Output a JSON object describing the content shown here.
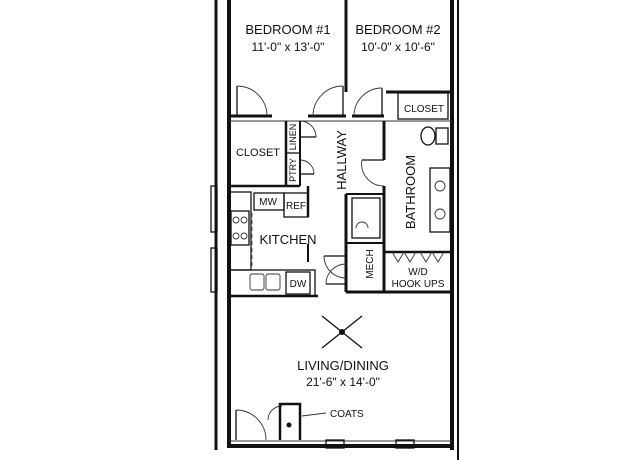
{
  "rooms": {
    "bedroom1": {
      "name": "BEDROOM #1",
      "size": "11'-0\" x 13'-0\""
    },
    "bedroom2": {
      "name": "BEDROOM #2",
      "size": "10'-0\" x 10'-6\""
    },
    "closet_bedroom": "CLOSET",
    "closet_hall": "CLOSET",
    "linen": "LINEN",
    "pantry": "PTRY",
    "hallway": "HALLWAY",
    "bathroom": "BATHROOM",
    "microwave": "MW",
    "refrigerator": "REF",
    "kitchen": "KITCHEN",
    "mechanical": "MECH",
    "washer_dryer": "W/D",
    "hookups": "HOOK UPS",
    "dishwasher": "DW",
    "living": {
      "name": "LIVING/DINING",
      "size": "21'-6\" x 14'-0\""
    },
    "coats": "COATS"
  }
}
